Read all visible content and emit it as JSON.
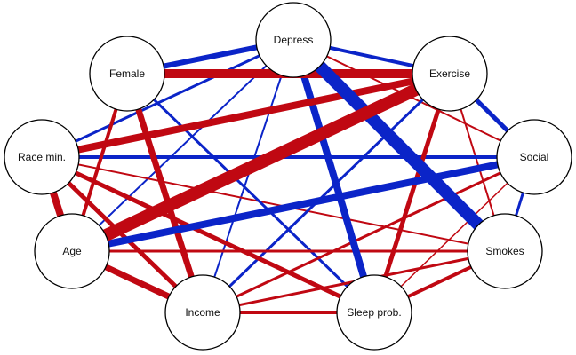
{
  "colors": {
    "positive": "#0b24c8",
    "negative": "#c00812",
    "node_fill": "#ffffff",
    "node_stroke": "#000000"
  },
  "nodes": [
    {
      "id": "depress",
      "label": "Depress"
    },
    {
      "id": "female",
      "label": "Female"
    },
    {
      "id": "exercise",
      "label": "Exercise"
    },
    {
      "id": "race",
      "label": "Race min."
    },
    {
      "id": "social",
      "label": "Social"
    },
    {
      "id": "age",
      "label": "Age"
    },
    {
      "id": "smokes",
      "label": "Smokes"
    },
    {
      "id": "income",
      "label": "Income"
    },
    {
      "id": "sleep",
      "label": "Sleep prob."
    }
  ],
  "edges": [
    {
      "from": "depress",
      "to": "smokes",
      "sign": "positive",
      "weight": 14
    },
    {
      "from": "age",
      "to": "exercise",
      "sign": "negative",
      "weight": 14
    },
    {
      "from": "female",
      "to": "exercise",
      "sign": "negative",
      "weight": 10
    },
    {
      "from": "depress",
      "to": "sleep",
      "sign": "positive",
      "weight": 8
    },
    {
      "from": "age",
      "to": "social",
      "sign": "positive",
      "weight": 8
    },
    {
      "from": "race",
      "to": "exercise",
      "sign": "negative",
      "weight": 8
    },
    {
      "from": "race",
      "to": "age",
      "sign": "negative",
      "weight": 8
    },
    {
      "from": "female",
      "to": "income",
      "sign": "negative",
      "weight": 7
    },
    {
      "from": "age",
      "to": "income",
      "sign": "negative",
      "weight": 7
    },
    {
      "from": "depress",
      "to": "female",
      "sign": "positive",
      "weight": 6
    },
    {
      "from": "race",
      "to": "income",
      "sign": "negative",
      "weight": 5
    },
    {
      "from": "race",
      "to": "sleep",
      "sign": "negative",
      "weight": 5
    },
    {
      "from": "exercise",
      "to": "social",
      "sign": "positive",
      "weight": 5
    },
    {
      "from": "exercise",
      "to": "sleep",
      "sign": "negative",
      "weight": 5
    },
    {
      "from": "depress",
      "to": "exercise",
      "sign": "positive",
      "weight": 4
    },
    {
      "from": "race",
      "to": "social",
      "sign": "positive",
      "weight": 4
    },
    {
      "from": "female",
      "to": "age",
      "sign": "negative",
      "weight": 4
    },
    {
      "from": "income",
      "to": "sleep",
      "sign": "negative",
      "weight": 4
    },
    {
      "from": "sleep",
      "to": "smokes",
      "sign": "negative",
      "weight": 4
    },
    {
      "from": "race",
      "to": "depress",
      "sign": "positive",
      "weight": 3
    },
    {
      "from": "female",
      "to": "sleep",
      "sign": "positive",
      "weight": 3
    },
    {
      "from": "income",
      "to": "exercise",
      "sign": "positive",
      "weight": 3
    },
    {
      "from": "smokes",
      "to": "social",
      "sign": "positive",
      "weight": 3
    },
    {
      "from": "age",
      "to": "smokes",
      "sign": "negative",
      "weight": 3
    },
    {
      "from": "income",
      "to": "smokes",
      "sign": "negative",
      "weight": 3
    },
    {
      "from": "income",
      "to": "social",
      "sign": "negative",
      "weight": 3
    },
    {
      "from": "age",
      "to": "depress",
      "sign": "positive",
      "weight": 2
    },
    {
      "from": "income",
      "to": "depress",
      "sign": "positive",
      "weight": 2
    },
    {
      "from": "race",
      "to": "smokes",
      "sign": "negative",
      "weight": 2
    },
    {
      "from": "exercise",
      "to": "smokes",
      "sign": "negative",
      "weight": 2
    },
    {
      "from": "depress",
      "to": "social",
      "sign": "negative",
      "weight": 2
    },
    {
      "from": "social",
      "to": "sleep",
      "sign": "negative",
      "weight": 1.5
    }
  ]
}
